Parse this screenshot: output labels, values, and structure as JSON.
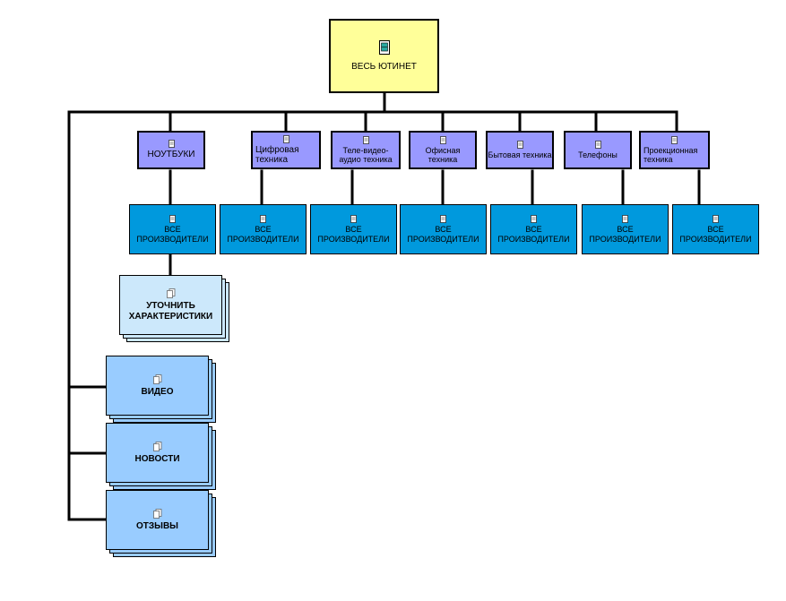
{
  "root": {
    "label": "ВЕСЬ ЮТИНЕТ",
    "icon": "document-icon"
  },
  "categories": [
    {
      "label": "НОУТБУКИ"
    },
    {
      "label": "Цифровая техника"
    },
    {
      "label": "Теле-видео-аудио техника"
    },
    {
      "label": "Офисная техника"
    },
    {
      "label": "Бытовая техника"
    },
    {
      "label": "Телефоны"
    },
    {
      "label": "Проекционная техника"
    }
  ],
  "manufacturers_label": "ВСЕ ПРОИЗВОДИТЕЛИ",
  "refine": {
    "label": "УТОЧНИТЬ ХАРАКТЕРИСТИКИ"
  },
  "side_items": [
    {
      "label": "ВИДЕО"
    },
    {
      "label": "НОВОСТИ"
    },
    {
      "label": "ОТЗЫВЫ"
    }
  ],
  "colors": {
    "root": "#ffff99",
    "category": "#9999ff",
    "manufacturer": "#0099dd",
    "refine": "#cce8fb",
    "side_item": "#99ccff"
  }
}
